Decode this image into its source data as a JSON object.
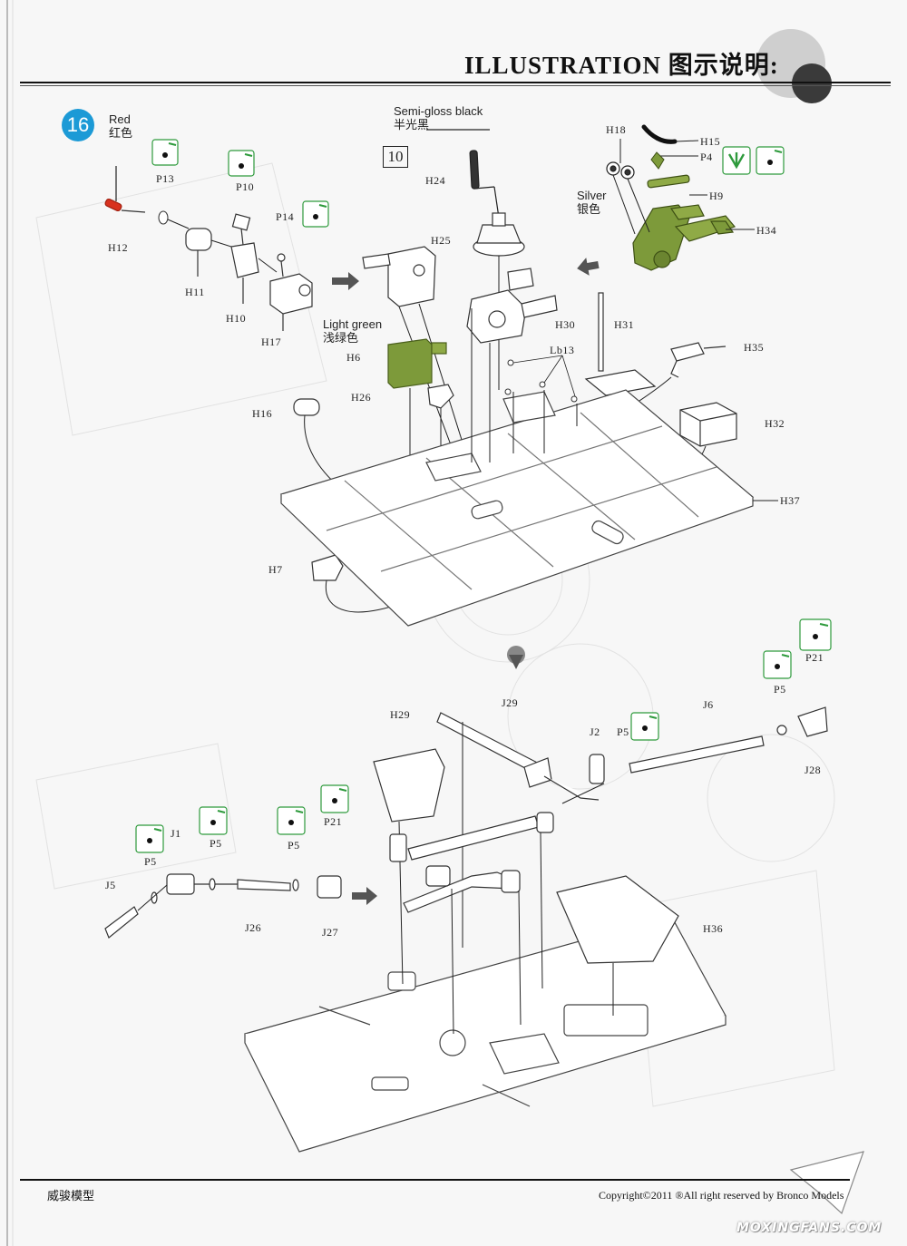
{
  "header": {
    "title": "ILLUSTRATION 图示说明:"
  },
  "step": {
    "number": "16",
    "reference": "10"
  },
  "paints": {
    "red_en": "Red",
    "red_cn": "红色",
    "semigloss_en": "Semi-gloss black",
    "semigloss_cn": "半光黑",
    "silver_en": "Silver",
    "silver_cn": "银色",
    "lightgreen_en": "Light green",
    "lightgreen_cn": "浅绿色"
  },
  "parts_upper": {
    "h12": "H12",
    "p13": "P13",
    "h11": "H11",
    "p10": "P10",
    "h10": "H10",
    "p14": "P14",
    "h17": "H17",
    "h24": "H24",
    "h25": "H25",
    "h18": "H18",
    "h15": "H15",
    "p4": "P4",
    "h9": "H9",
    "h34": "H34",
    "h6": "H6",
    "h30": "H30",
    "h31": "H31",
    "lb13": "Lb13",
    "h35": "H35",
    "h26": "H26",
    "h16": "H16",
    "h32": "H32",
    "h37": "H37",
    "h7": "H7"
  },
  "parts_lower": {
    "p21_top": "P21",
    "p5_top": "P5",
    "h29": "H29",
    "j29": "J29",
    "j6": "J6",
    "j2": "J2",
    "p5_mid": "P5",
    "j28": "J28",
    "j1": "J1",
    "p5_a": "P5",
    "p5_b": "P5",
    "p5_c": "P5",
    "p21": "P21",
    "j5": "J5",
    "j26": "J26",
    "j27": "J27",
    "h36": "H36"
  },
  "footer": {
    "left": "威骏模型",
    "right": "Copyright©2011   ®All right reserved by Bronco Models",
    "watermark": "MOXINGFANS.COM"
  },
  "colors": {
    "step_blue": "#1c9ad6",
    "part_green": "#7d9a3a",
    "icon_green": "#2e9a3c",
    "red": "#d8321f"
  }
}
